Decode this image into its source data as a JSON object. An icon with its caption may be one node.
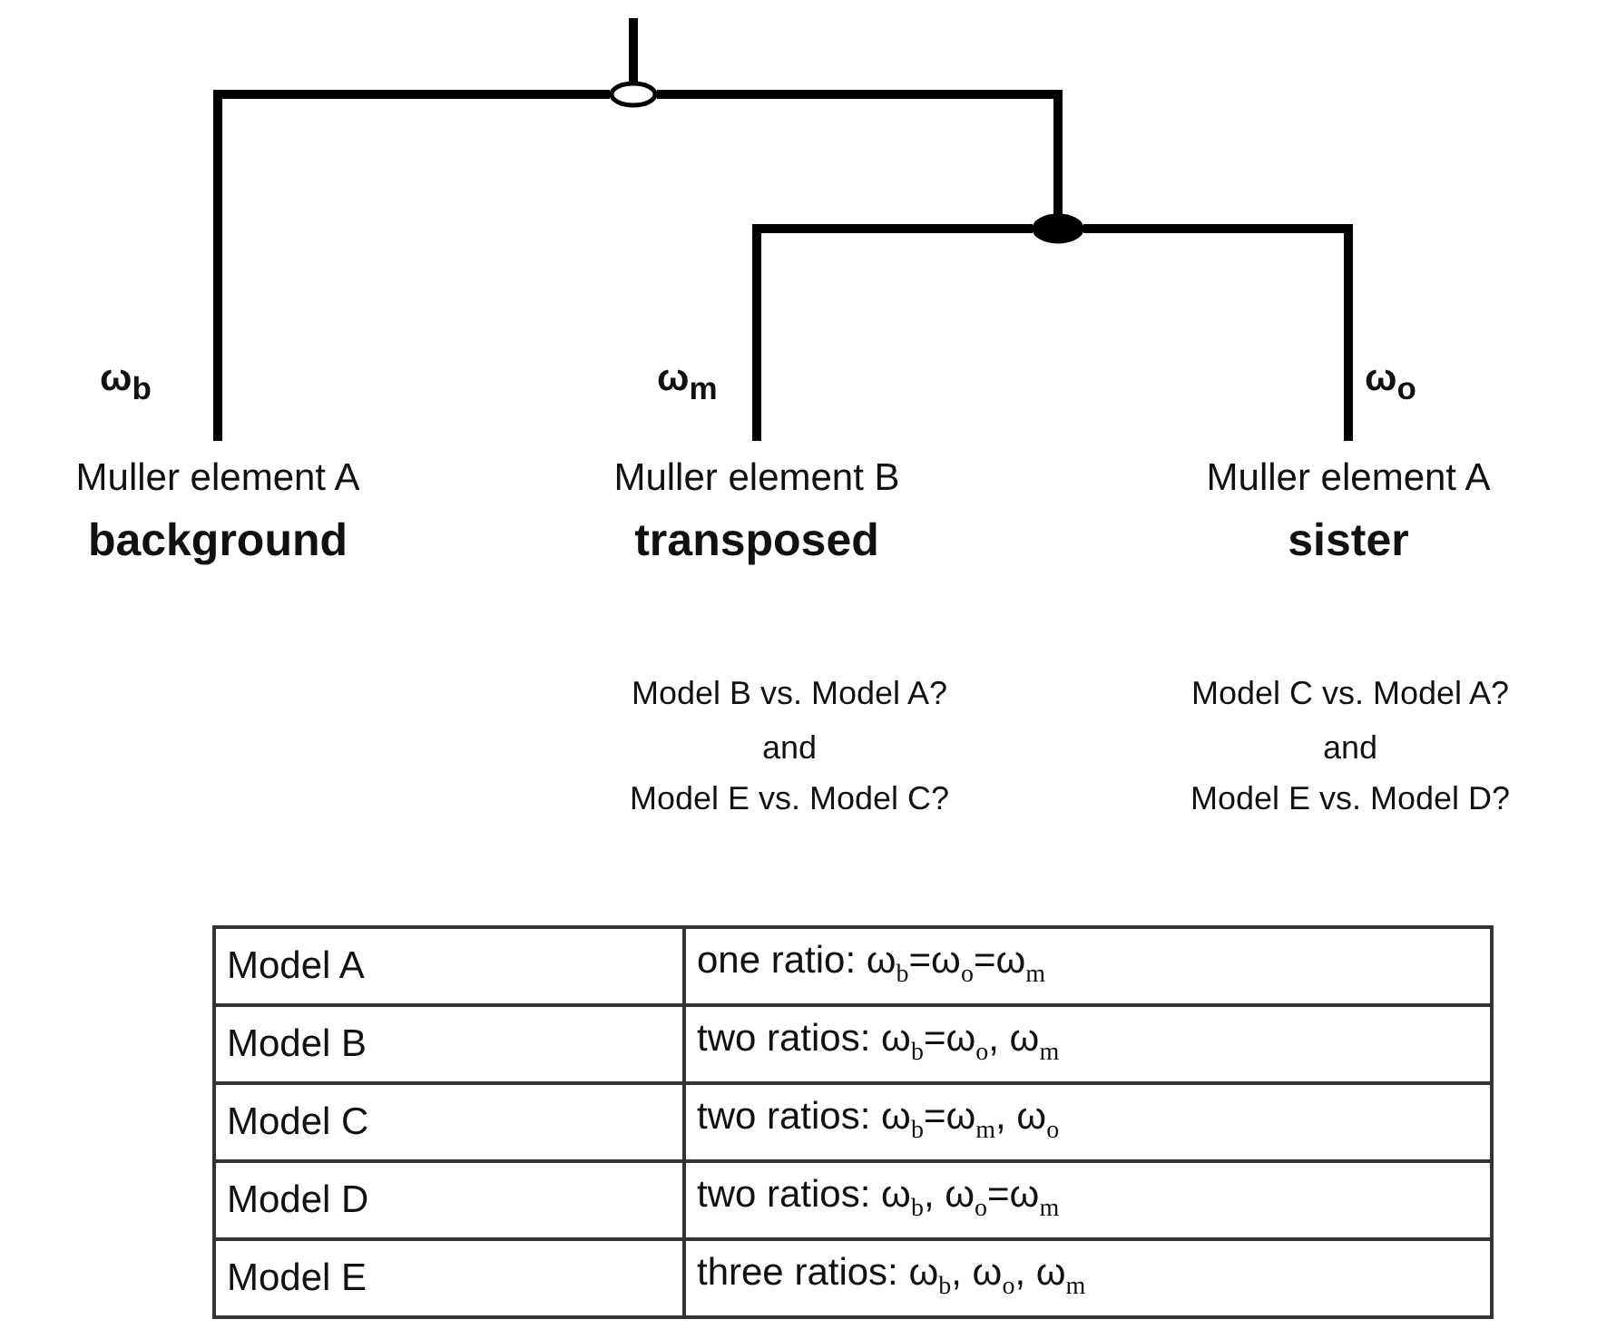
{
  "diagram": {
    "nodes": [
      {
        "text": [],
        "shape": "circle"
      },
      {
        "text": [],
        "shape": "circle"
      },
      {
        "text": [
          "Muller element A",
          "background"
        ],
        "beside": [
          "ω$_{b}$"
        ]
      },
      {
        "text": [
          "Muller element B",
          "transposed"
        ],
        "beside": [
          "ω$_{m}$"
        ]
      },
      {
        "text": [
          "Muller element A",
          "sister"
        ],
        "beside": [
          "ω$_{o}$"
        ]
      }
    ],
    "edges": [
      {
        "from": null,
        "to": 0,
        "arrow": "none"
      },
      {
        "from": 0,
        "to": 2,
        "arrow": "none"
      },
      {
        "from": 0,
        "to": 1,
        "arrow": "none"
      },
      {
        "from": 1,
        "to": 3,
        "arrow": "none"
      },
      {
        "from": 1,
        "to": 4,
        "arrow": "none"
      }
    ],
    "labels": [
      "Model B vs. Model A?",
      "and",
      "Model E vs. Model C?",
      "Model C vs. Model A?",
      "and",
      "Model E vs. Model D?",
      "Model A",
      "one ratio: ω$_{b}$=ω$_{o}$=ω$_{m}$",
      "Model B",
      "two ratios: ω$_{b}$=ω$_{o}$, ω$_{m}$",
      "Model C",
      "two ratios: ω$_{b}$=ω$_{m}$, ω$_{o}$",
      "Model D",
      "two ratios: ω$_{b}$, ω$_{o}$=ω$_{m}$",
      "Model E",
      "three ratios: ω$_{b}$, ω$_{o}$, ω$_{m}$"
    ]
  }
}
